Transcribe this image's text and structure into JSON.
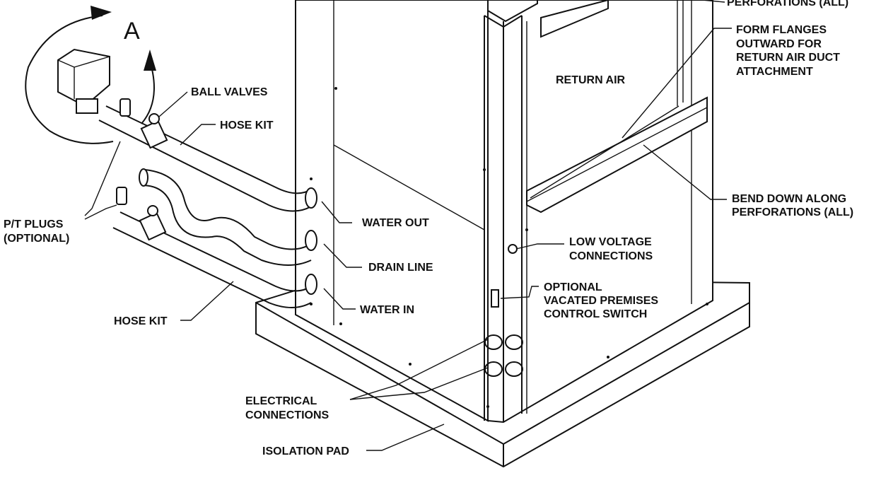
{
  "detail_marker": "A",
  "labels": {
    "perforations_top": "PERFORATIONS (ALL)",
    "form_flanges": [
      "FORM FLANGES",
      "OUTWARD FOR",
      "RETURN AIR DUCT",
      "ATTACHMENT"
    ],
    "return_air": "RETURN AIR",
    "bend_down": [
      "BEND DOWN ALONG",
      "PERFORATIONS (ALL)"
    ],
    "ball_valves": "BALL VALVES",
    "hose_kit_top": "HOSE KIT",
    "pt_plugs": [
      "P/T PLUGS",
      "(OPTIONAL)"
    ],
    "water_out": "WATER OUT",
    "drain_line": "DRAIN LINE",
    "water_in": "WATER IN",
    "hose_kit_bottom": "HOSE KIT",
    "low_voltage": [
      "LOW VOLTAGE",
      "CONNECTIONS"
    ],
    "optional_switch": [
      "OPTIONAL",
      "VACATED PREMISES",
      "CONTROL SWITCH"
    ],
    "electrical": [
      "ELECTRICAL",
      "CONNECTIONS"
    ],
    "isolation_pad": "ISOLATION PAD"
  }
}
